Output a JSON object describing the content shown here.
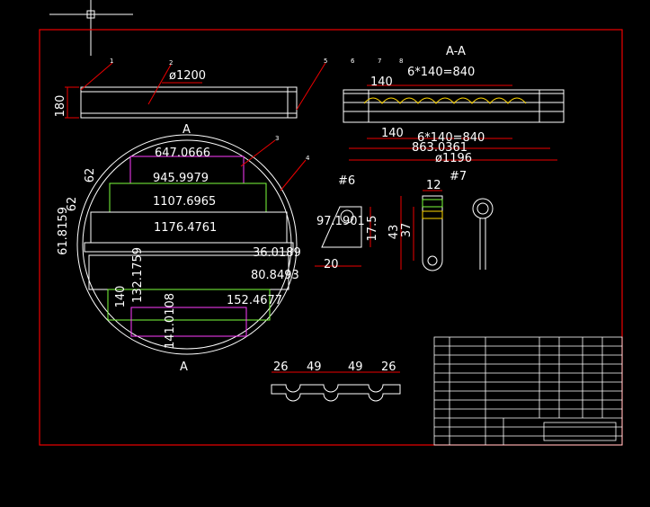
{
  "drawing": {
    "section_title": "A-A",
    "view_label": "A",
    "part6_label": "#6",
    "part7_label": "#7",
    "front": {
      "dia": "ø1200",
      "height": "180"
    },
    "callouts": [
      "1",
      "2",
      "5",
      "3",
      "4",
      "6",
      "7",
      "8"
    ],
    "section_dims": {
      "pitch_top": "6*140=840",
      "first": "140",
      "first2": "140",
      "pitch_bottom": "6*140=840",
      "overall": "863.0361",
      "dia": "ø1196"
    },
    "plan_dims": [
      "647.0666",
      "945.9979",
      "1107.6965",
      "1176.4761",
      "132.1759",
      "141.0108",
      "80.8493",
      "152.4677",
      "36.0189",
      "140",
      "61.8159",
      "62",
      "62"
    ],
    "part6_dims": {
      "d1": "97.1901",
      "d2": "17.5",
      "d3": "20"
    },
    "part7_dims": {
      "w": "12",
      "h1": "43",
      "h2": "37"
    },
    "strip_dims": [
      "26",
      "49",
      "49",
      "26"
    ]
  }
}
